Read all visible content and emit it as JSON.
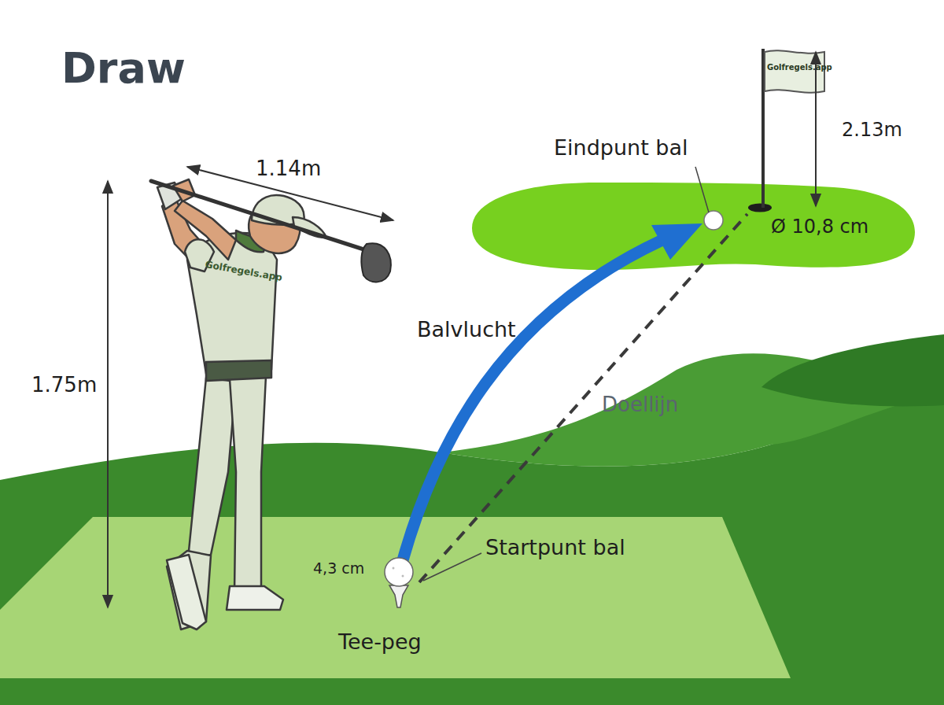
{
  "diagram": {
    "title": "Draw",
    "labels": [
      "1.14m",
      "1.75m",
      "Golfregels.app",
      "Golfregels.app",
      "Eindpunt bal",
      "2.13m",
      "Ø 10,8 cm",
      "Balvlucht",
      "Doellijn",
      "4,3 cm",
      "Startpunt bal",
      "Tee-peg"
    ]
  }
}
